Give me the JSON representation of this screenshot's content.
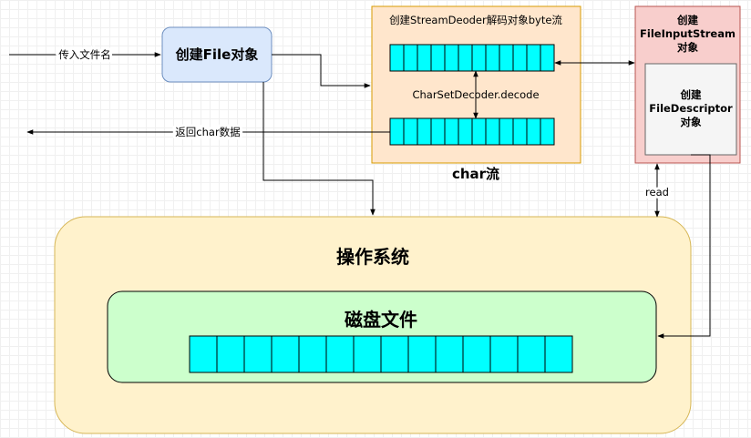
{
  "input_label": "传入文件名",
  "file_object": {
    "label": "创建File对象"
  },
  "decoder": {
    "title": "创建StreamDeoder解码对象byte流",
    "method_label": "CharSetDecoder.decode",
    "caption": "char流",
    "byte_buffer_cells": 12,
    "char_buffer_cells": 12
  },
  "return_label": "返回char数据",
  "file_input_stream": {
    "title_line1": "创建",
    "title_line2": "FileInputStream",
    "title_line3": "对象",
    "descriptor_line1": "创建",
    "descriptor_line2": "FileDescriptor",
    "descriptor_line3": "对象"
  },
  "read_label": "read",
  "os": {
    "label": "操作系统"
  },
  "disk": {
    "label": "磁盘文件",
    "cells": 14
  },
  "colors": {
    "cell_fill": "#00ffff",
    "file_object_fill": "#dae8fc",
    "file_object_stroke": "#6c8ebf",
    "decoder_fill": "#ffe6cc",
    "decoder_stroke": "#d79b00",
    "fis_fill": "#f8cecc",
    "fis_stroke": "#b85450",
    "descriptor_fill": "#f5f5f5",
    "descriptor_stroke": "#666666",
    "os_fill": "#fff2cc",
    "os_stroke": "#d6b656",
    "disk_fill": "#ccffcc",
    "disk_stroke": "#000000"
  }
}
